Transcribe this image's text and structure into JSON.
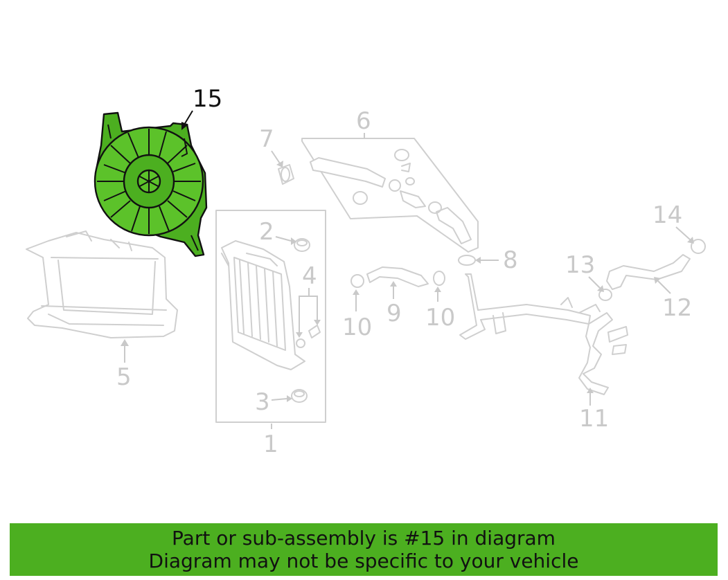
{
  "diagram": {
    "highlight_color": "#4caf20",
    "line_color": "#cfcfcf",
    "highlighted_part": "15",
    "callouts": [
      "15",
      "6",
      "7",
      "2",
      "4",
      "5",
      "1",
      "3",
      "8",
      "9",
      "10",
      "10",
      "11",
      "12",
      "13",
      "14"
    ]
  },
  "banner": {
    "background": "#4caf20",
    "line1": "Part or sub-assembly is #15 in diagram",
    "line2": "Diagram may not be specific to your vehicle"
  }
}
